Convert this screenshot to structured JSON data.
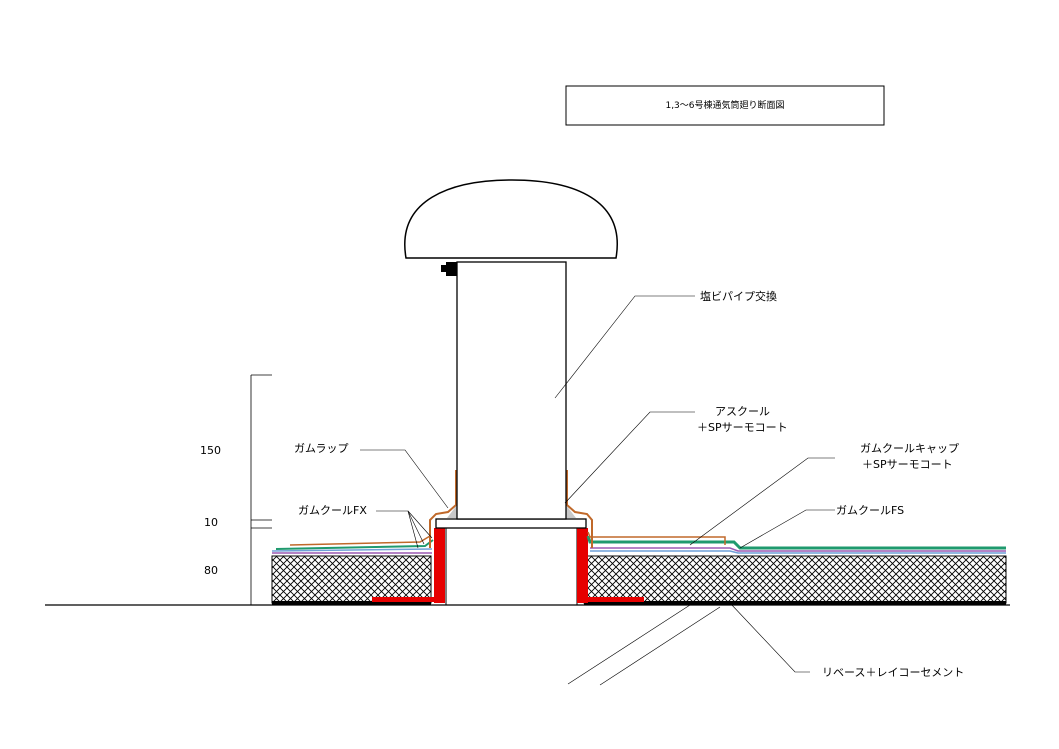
{
  "title": "1,3～6号棟通気筒廻り断面図",
  "dimensions": {
    "d150": "150",
    "d10": "10",
    "d80": "80"
  },
  "labels": {
    "pipe": "塩ビパイプ交換",
    "ascool_1": "アスクール",
    "ascool_2": "＋SPサーモコート",
    "gumcool_cap_1": "ガムクールキャップ",
    "gumcool_cap_2": "＋SPサーモコート",
    "gumcool_fs": "ガムクールFS",
    "gum_wrap": "ガムラップ",
    "gumcool_fx": "ガムクールFX",
    "base": "リベース＋レイコーセメント"
  },
  "colors": {
    "line": "#000000",
    "copper": "#c0692a",
    "red_flashing": "#e60000",
    "green_coat": "#1f9a6e",
    "purple_layer": "#9b5ab4",
    "blue_layer": "#6fa0d8",
    "gray_fill": "#c8c8c8"
  }
}
